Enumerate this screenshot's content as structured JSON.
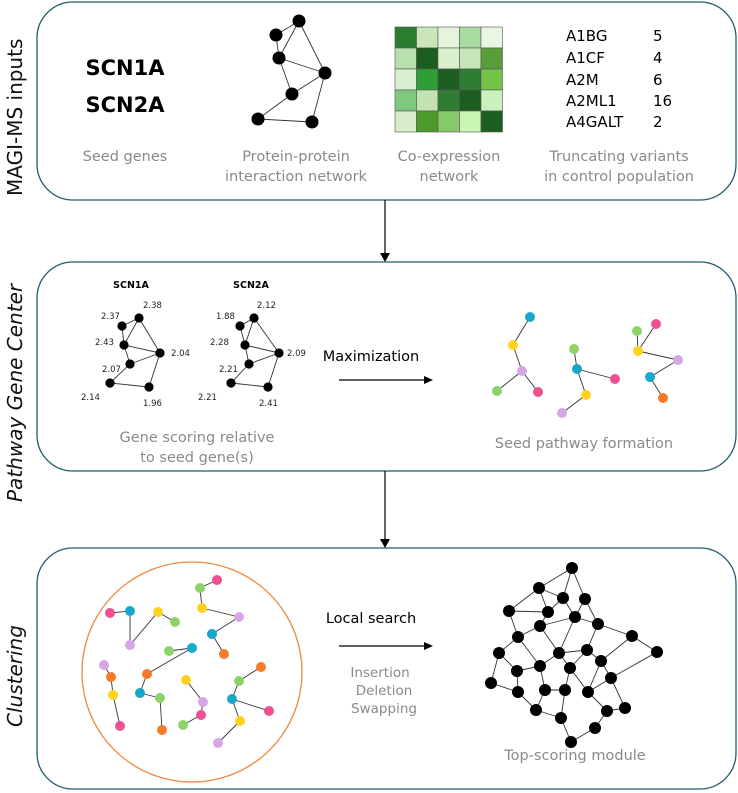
{
  "sections": {
    "inputs": {
      "side_label": "MAGI-MS inputs",
      "seed_genes": [
        "SCN1A",
        "SCN2A"
      ],
      "captions": {
        "seed": "Seed genes",
        "ppi_1": "Protein-protein",
        "ppi_2": "interaction network",
        "coexp_1": "Co-expression",
        "coexp_2": "network",
        "trunc_1": "Truncating variants",
        "trunc_2": "in control population"
      },
      "variants": [
        {
          "gene": "A1BG",
          "count": "5"
        },
        {
          "gene": "A1CF",
          "count": "4"
        },
        {
          "gene": "A2M",
          "count": "6"
        },
        {
          "gene": "A2ML1",
          "count": "16"
        },
        {
          "gene": "A4GALT",
          "count": "2"
        }
      ],
      "heatmap_colors": [
        [
          "#2a7d2e",
          "#c8e6b9",
          "#e6f4de",
          "#a8dba0",
          "#e9f6e2"
        ],
        [
          "#b8dfae",
          "#1b5e20",
          "#d9f0cd",
          "#c5e6b8",
          "#5a9e3a"
        ],
        [
          "#d8efcf",
          "#2e9e36",
          "#1b5e20",
          "#2e7d32",
          "#75c34b"
        ],
        [
          "#7fc97f",
          "#c2e3b2",
          "#2e7d32",
          "#1b5e20",
          "#caf0bd"
        ],
        [
          "#d7ecc9",
          "#4c9a2a",
          "#86c96a",
          "#c8f5b4",
          "#1b5e20"
        ]
      ]
    },
    "pgc": {
      "side_label": "Pathway Gene Center",
      "net_titles": [
        "SCN1A",
        "SCN2A"
      ],
      "scores_1": [
        "2.38",
        "2.37",
        "2.43",
        "2.04",
        "2.07",
        "2.14",
        "1.96"
      ],
      "scores_2": [
        "2.12",
        "1.88",
        "2.28",
        "2.09",
        "2.21",
        "2.21",
        "2.41"
      ],
      "arrow_label": "Maximization",
      "caption_left_1": "Gene scoring relative",
      "caption_left_2": "to seed gene(s)",
      "caption_right": "Seed pathway formation"
    },
    "clustering": {
      "side_label": "Clustering",
      "arrow_label": "Local search",
      "ops": [
        "Insertion",
        "Deletion",
        "Swapping"
      ],
      "caption": "Top-scoring module"
    }
  },
  "colors": {
    "panel_border": "#1f5d6b",
    "circle_border": "#f0883e",
    "node_colors": {
      "cyan": "#17a7c9",
      "yellow": "#ffd21f",
      "lavender": "#d7a6e6",
      "green": "#8ed36a",
      "pink": "#f0508f",
      "orange": "#f57b2b"
    }
  }
}
